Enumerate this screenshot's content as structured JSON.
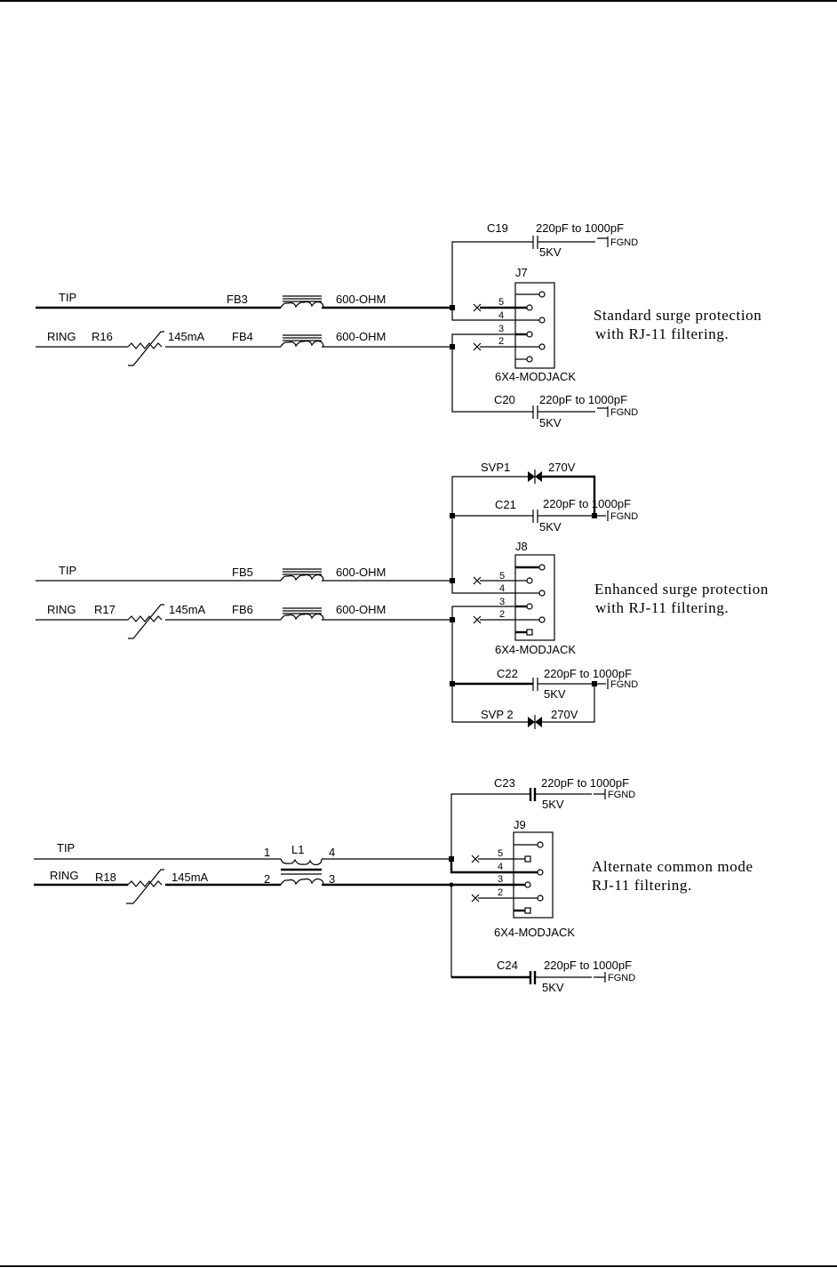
{
  "page": {
    "title": ""
  },
  "circuits": [
    {
      "id": "standard",
      "tip_label": "TIP",
      "ring_label": "RING",
      "ptc": {
        "ref": "R16",
        "value": "145mA"
      },
      "tip_filter": {
        "ref": "FB3",
        "value": "600-OHM"
      },
      "ring_filter": {
        "ref": "FB4",
        "value": "600-OHM"
      },
      "cap_top": {
        "ref": "C19",
        "value": "220pF to 1000pF",
        "rating": "5KV",
        "ground": "FGND"
      },
      "cap_bottom": {
        "ref": "C20",
        "value": "220pF to 1000pF",
        "rating": "5KV",
        "ground": "FGND"
      },
      "jack": {
        "ref": "J7",
        "type": "6X4-MODJACK",
        "pins": [
          "5",
          "4",
          "3",
          "2"
        ]
      },
      "description": [
        "Standard surge protection",
        "with RJ-11 filtering."
      ]
    },
    {
      "id": "enhanced",
      "tip_label": "TIP",
      "ring_label": "RING",
      "ptc": {
        "ref": "R17",
        "value": "145mA"
      },
      "tip_filter": {
        "ref": "FB5",
        "value": "600-OHM"
      },
      "ring_filter": {
        "ref": "FB6",
        "value": "600-OHM"
      },
      "svp_top": {
        "ref": "SVP1",
        "value": "270V"
      },
      "svp_bottom": {
        "ref": "SVP 2",
        "value": "270V"
      },
      "cap_top": {
        "ref": "C21",
        "value": "220pF to 1000pF",
        "rating": "5KV",
        "ground": "FGND"
      },
      "cap_bottom": {
        "ref": "C22",
        "value": "220pF to 1000pF",
        "rating": "5KV",
        "ground": "FGND"
      },
      "jack": {
        "ref": "J8",
        "type": "6X4-MODJACK",
        "pins": [
          "5",
          "4",
          "3",
          "2"
        ]
      },
      "description": [
        "Enhanced surge protection",
        "with RJ-11 filtering."
      ]
    },
    {
      "id": "common-mode",
      "tip_label": "TIP",
      "ring_label": "RING",
      "ptc": {
        "ref": "R18",
        "value": "145mA"
      },
      "choke": {
        "ref": "L1",
        "pins": [
          "1",
          "4",
          "2",
          "3"
        ]
      },
      "cap_top": {
        "ref": "C23",
        "value": "220pF to 1000pF",
        "rating": "5KV",
        "ground": "FGND"
      },
      "cap_bottom": {
        "ref": "C24",
        "value": "220pF to 1000pF",
        "rating": "5KV",
        "ground": "FGND"
      },
      "jack": {
        "ref": "J9",
        "type": "6X4-MODJACK",
        "pins": [
          "5",
          "4",
          "3",
          "2"
        ]
      },
      "description": [
        "Alternate common mode",
        "RJ-11 filtering."
      ]
    }
  ]
}
